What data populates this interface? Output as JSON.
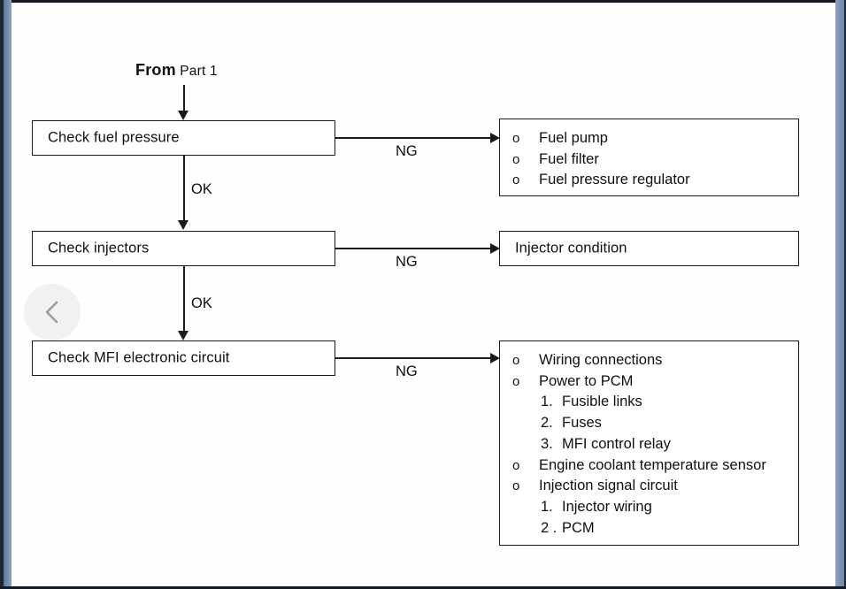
{
  "viewer": {
    "prev_button_label": "Previous",
    "prev_icon": "chevron-left-icon",
    "frame_color": "#5d769a",
    "frame_edge_color": "#1f2733"
  },
  "diagram": {
    "title_prefix": "From",
    "title_suffix": "Part 1",
    "ink_color": "#101010",
    "paper_color": "#fefefe",
    "edge_labels": {
      "ok": "OK",
      "ng": "NG"
    },
    "steps": [
      {
        "id": "check-fuel-pressure",
        "label": "Check fuel pressure",
        "ng_label": "NG",
        "ok_label": "OK"
      },
      {
        "id": "check-injectors",
        "label": "Check injectors",
        "ng_label": "NG",
        "ok_label": "OK"
      },
      {
        "id": "check-mfi-electronic-circuit",
        "label": "Check MFI electronic circuit",
        "ng_label": "NG",
        "ok_label": ""
      }
    ],
    "results": [
      {
        "id": "fuel-pressure-causes",
        "items": [
          {
            "mark": "o",
            "text": "Fuel pump",
            "level": 1
          },
          {
            "mark": "o",
            "text": "Fuel filter",
            "level": 1
          },
          {
            "mark": "o",
            "text": "Fuel pressure regulator",
            "level": 1
          }
        ]
      },
      {
        "id": "injector-causes",
        "items": [
          {
            "mark": "",
            "text": "Injector condition",
            "level": 0
          }
        ]
      },
      {
        "id": "mfi-circuit-causes",
        "items": [
          {
            "mark": "o",
            "text": "Wiring connections",
            "level": 1
          },
          {
            "mark": "o",
            "text": "Power to PCM",
            "level": 1
          },
          {
            "mark": "1.",
            "text": "Fusible links",
            "level": 2
          },
          {
            "mark": "2.",
            "text": "Fuses",
            "level": 2
          },
          {
            "mark": "3.",
            "text": "MFI control relay",
            "level": 2
          },
          {
            "mark": "o",
            "text": "Engine coolant temperature sensor",
            "level": 1
          },
          {
            "mark": "o",
            "text": "Injection signal circuit",
            "level": 1
          },
          {
            "mark": "1.",
            "text": "Injector wiring",
            "level": 2
          },
          {
            "mark": "2 .",
            "text": "PCM",
            "level": 2
          }
        ]
      }
    ]
  }
}
